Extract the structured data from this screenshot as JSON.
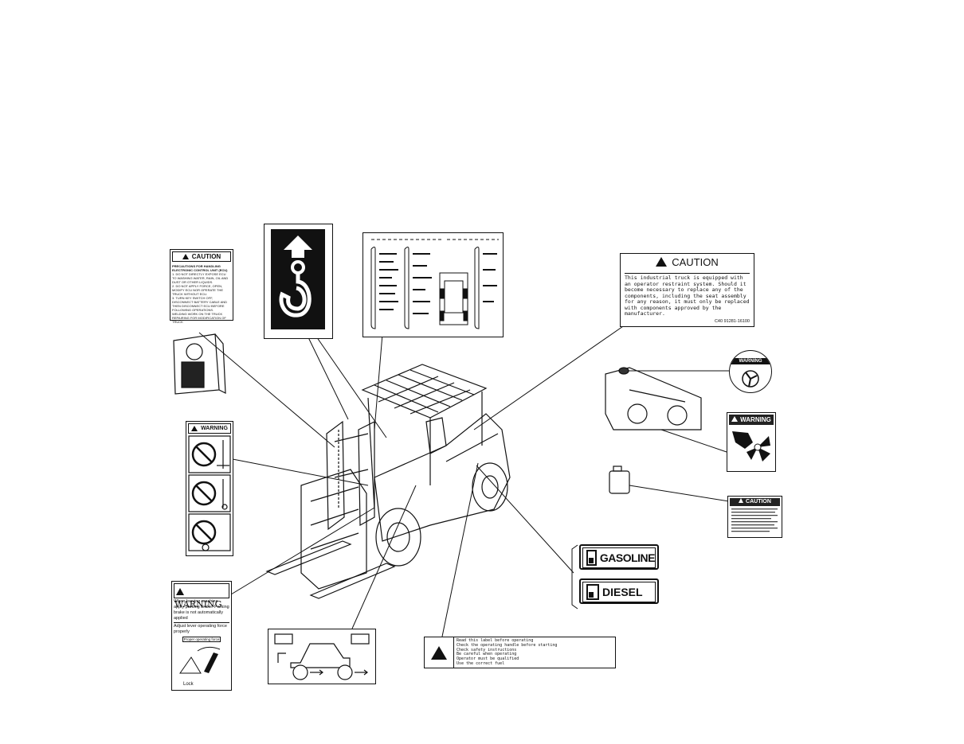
{
  "ecu_label": {
    "heading": "CAUTION",
    "title": "PRECAUTIONS FOR HANDLING ELECTRONIC CONTROL UNIT (ECU)",
    "items": [
      "1. DO NOT DIRECTLY EXPOSE ECU TO WASHING WATER, RAIN, OIL AND DUST OR OTHER LIQUIDS.",
      "2. DO NOT APPLY FORCE, OPEN, MODIFY ECU NOR OPERATE THE TRUCK WITHOUT ECU.",
      "3. TURN KEY SWITCH OFF, DISCONNECT BATTERY CABLE AND THEN DISCONNECT ECU BEFORE FOLLOWING OPERATIONS.",
      "WELDING WORK ON THE TRUCK",
      "REPAIRING FOR MODIFICATION OF TRUCK"
    ]
  },
  "pinch_label": {
    "heading": "WARNING"
  },
  "parking_label": {
    "heading": "WARNING",
    "line1": "When leaving machine apply parking brake! Parking brake is not automatically applied",
    "line2": "Adjust lever operating force properly",
    "box": "Proper operating force",
    "lock": "Lock"
  },
  "seat_caution": {
    "heading": "CAUTION",
    "body": "This industrial truck is equipped with an operator restraint system. Should it become necessary to replace any of the components, including the seat assembly for any reason, it must only be replaced with components approved by the manufacturer.",
    "part_no": "C40  91281-16100"
  },
  "fan_label": {
    "heading": "WARNING"
  },
  "radiator_label": {
    "heading": "WARNING"
  },
  "coolant_label": {
    "heading": "CAUTION"
  },
  "fuel_labels": {
    "gasoline": "GASOLINE",
    "diesel": "DIESEL"
  },
  "bottom_caution": {
    "lines": [
      "Read this label before operating",
      "Check the operating handle before starting",
      "Check safety instructions",
      "Be careful when operating",
      "Operator must be qualified",
      "Use the correct fuel"
    ]
  }
}
